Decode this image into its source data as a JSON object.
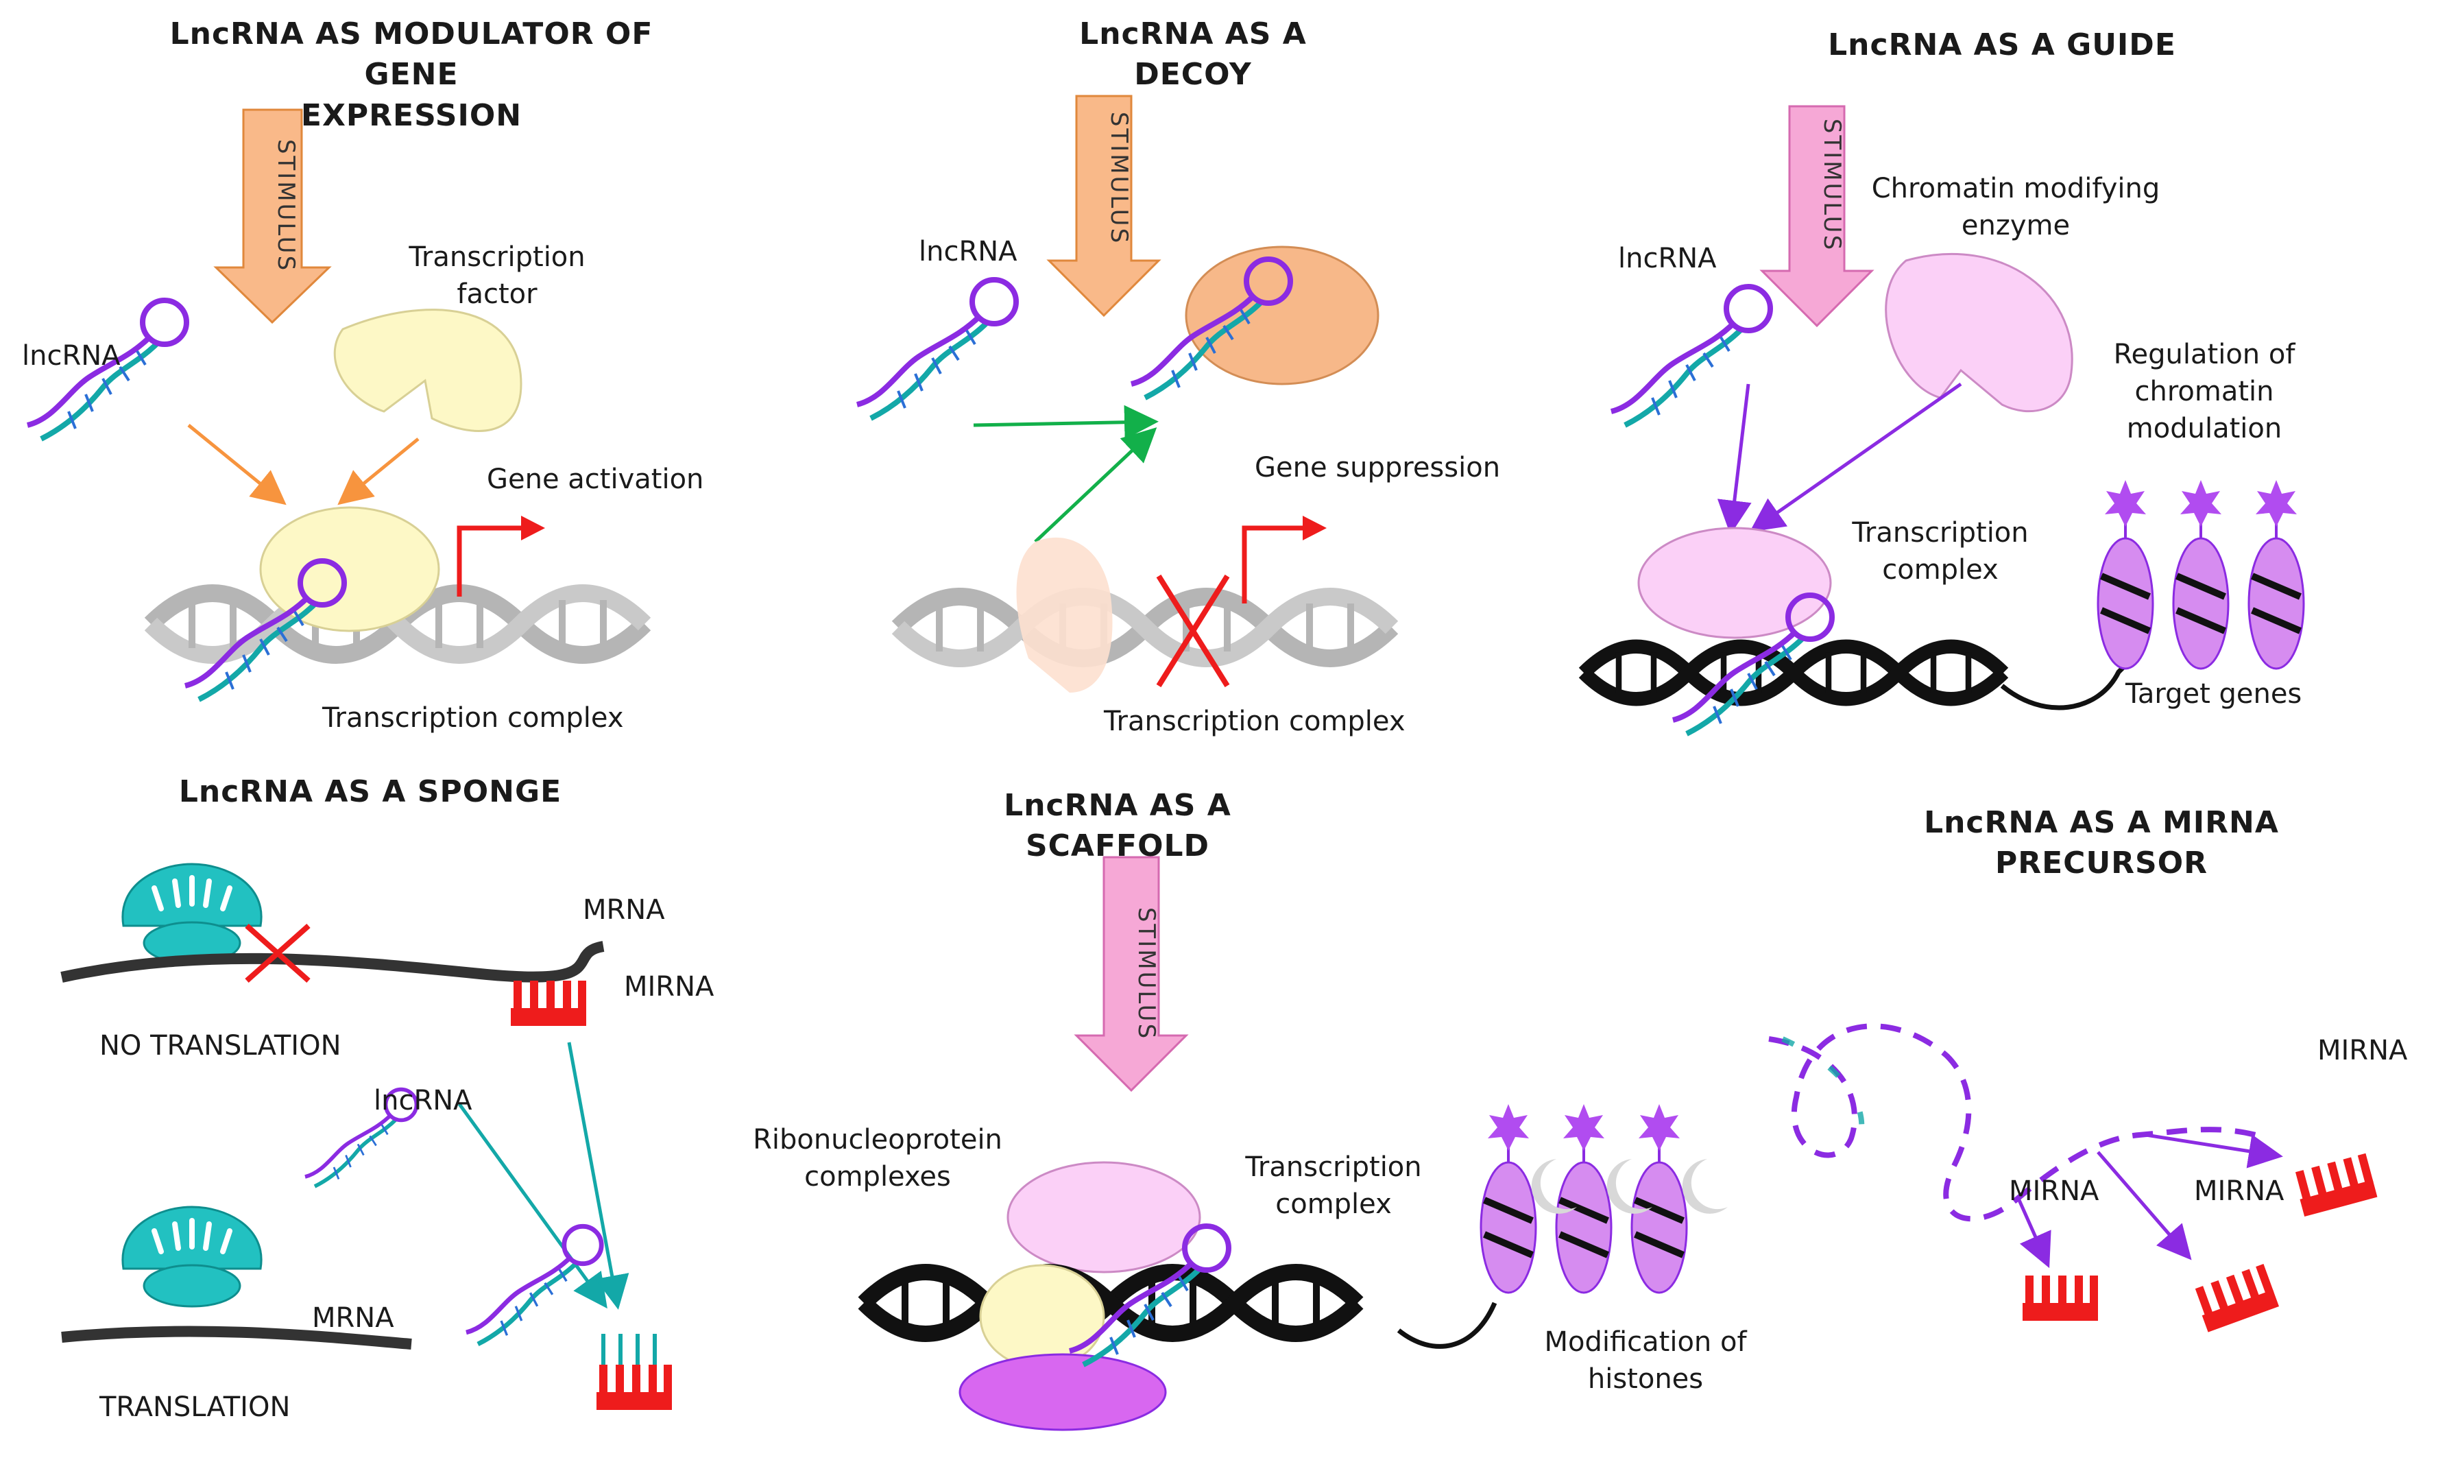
{
  "panels": {
    "modulator": {
      "title": "LncRNA AS MODULATOR OF GENE\nEXPRESSION",
      "stimulus": "STIMULUS",
      "lncrna": "lncRNA",
      "tf": "Transcription\nfactor",
      "activation": "Gene activation",
      "complex": "Transcription complex"
    },
    "decoy": {
      "title": "LncRNA AS A DECOY",
      "stimulus": "STIMULUS",
      "lncrna": "lncRNA",
      "suppression": "Gene suppression",
      "complex": "Transcription complex"
    },
    "guide": {
      "title": "LncRNA AS A GUIDE",
      "stimulus": "STIMULUS",
      "lncrna": "lncRNA",
      "enzyme": "Chromatin modifying\nenzyme",
      "regulation": "Regulation of\nchromatin\nmodulation",
      "complex": "Transcription\ncomplex",
      "targets": "Target genes"
    },
    "sponge": {
      "title": "LncRNA AS A SPONGE",
      "mrna_top": "MRNA",
      "mirna": "MIRNA",
      "no_translation": "NO TRANSLATION",
      "lncrna": "lncRNA",
      "mrna_bottom": "MRNA",
      "translation": "TRANSLATION"
    },
    "scaffold": {
      "title": "LncRNA AS A SCAFFOLD",
      "stimulus": "STIMULUS",
      "rnp": "Ribonucleoprotein\ncomplexes",
      "complex": "Transcription\ncomplex",
      "modification": "Modification of\nhistones"
    },
    "precursor": {
      "title": "LncRNA AS A MIRNA PRECURSOR",
      "mirna_a": "MIRNA",
      "mirna_b": "MIRNA",
      "mirna_c": "MIRNA"
    }
  },
  "colors": {
    "orange_arrow": "#f9b989",
    "pink_arrow": "#f6a8d6",
    "yellow_protein": "#fdf8c6",
    "peach_protein": "#f7b889",
    "pink_protein": "#fbd0f7",
    "purple": "#8b2be2",
    "green": "#12b04a",
    "teal": "#13a8a8",
    "red": "#ee1c1c",
    "gray_dna": "#b5b5b5",
    "black_dna": "#111111",
    "histone": "#d68cf0",
    "ribosome": "#22c1c1"
  },
  "icons": [
    "lncrna-hairpin-icon",
    "dna-helix-icon",
    "gene-arrow-icon",
    "histone-icon",
    "mirna-comb-icon",
    "ribosome-icon",
    "cross-icon"
  ]
}
